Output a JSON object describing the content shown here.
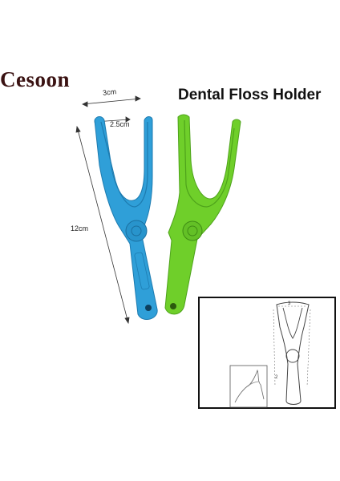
{
  "brand": {
    "name": "Cesoon",
    "color": "#3a1212"
  },
  "product": {
    "title": "Dental Floss Holder"
  },
  "dimensions": {
    "width_top": "3cm",
    "width_inner": "2.5cm",
    "length": "12cm"
  },
  "holders": [
    {
      "name": "blue-holder",
      "color": "#2f9fd8"
    },
    {
      "name": "green-holder",
      "color": "#6fcf2a"
    }
  ],
  "inset": {
    "label_top": "3",
    "label_side": "2"
  }
}
